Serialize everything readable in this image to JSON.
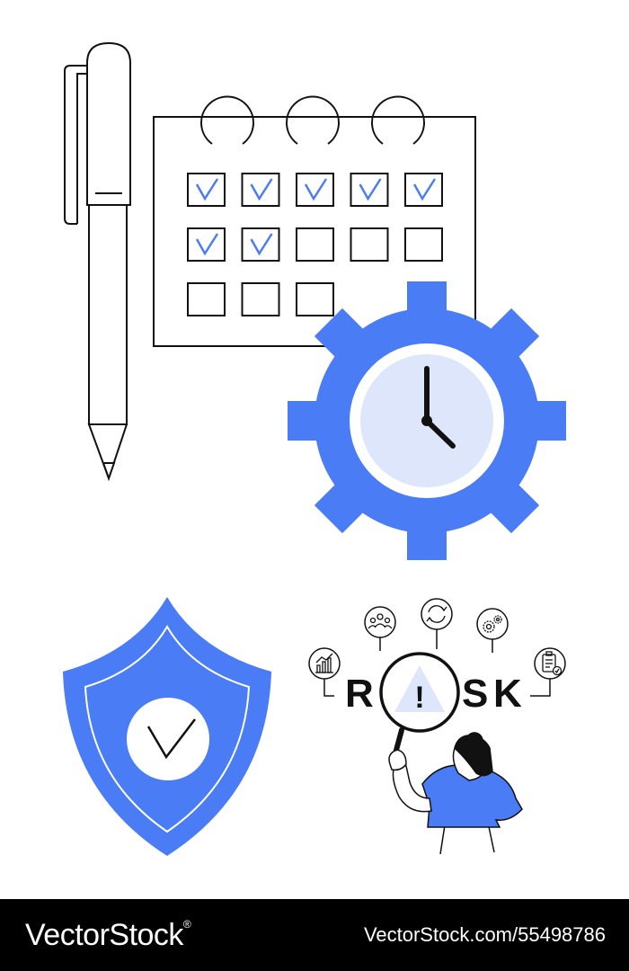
{
  "illustration": {
    "risk_word": {
      "r": "R",
      "s": "S",
      "k": "K",
      "alert": "!"
    },
    "calendar_checked_count": 7,
    "calendar_total_boxes": 13
  },
  "colors": {
    "accent": "#4a7cf6",
    "accent_light": "#dde6fb",
    "line": "#111111",
    "footer_bg": "#000000",
    "footer_text": "#ffffff"
  },
  "icons": [
    "pen-icon",
    "calendar-icon",
    "gear-clock-icon",
    "shield-check-icon",
    "magnifier-icon",
    "warning-icon",
    "person-icon",
    "chart-icon",
    "team-icon",
    "refresh-icon",
    "settings-icon",
    "clipboard-check-icon"
  ],
  "footer": {
    "brand": "VectorStock",
    "brand_mark": "®",
    "image_id": "VectorStock.com/55498786"
  }
}
